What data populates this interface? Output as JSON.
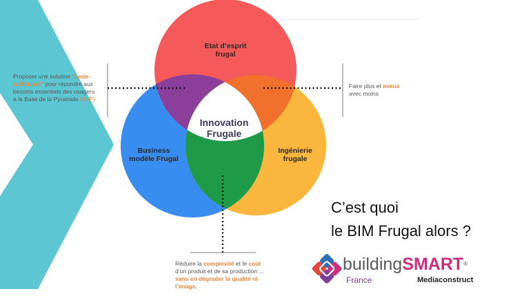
{
  "diagram": {
    "top_circle": {
      "line1": "Etat d’esprit",
      "line2": "frugal"
    },
    "center": {
      "line1": "Innovation",
      "line2": "Frugale"
    },
    "left_circle": {
      "line1": "Business",
      "line2": "modèle Frugal"
    },
    "right_circle": {
      "line1": "Ingénierie",
      "line2": "frugale"
    },
    "colors": {
      "top": "#f55a5a",
      "left": "#3a8df0",
      "right": "#fbb63e",
      "top_left": "#8b3f9a",
      "top_right": "#f0702c",
      "bottom": "#1f9a49",
      "teal": "#5cc7d3"
    }
  },
  "notes": {
    "left": {
      "l1": "Proposer une solution ",
      "l1_hl": "\"juste-",
      "l2_hl": "suffisante\"",
      "l2": " pour répondre aux",
      "l3": "besoins essentiels des usagers",
      "l4": "à la Base de la Pyramide ",
      "l4_hl": "(BoP)"
    },
    "right": {
      "l1": "Faire plus et ",
      "l1_hl": "mieux",
      "l2": "avec moins"
    },
    "bottom": {
      "l1a": "Réduire la ",
      "l1_hl1": "complexité",
      "l1b": " et le ",
      "l1_hl2": "coût",
      "l2": "d’un produit et de sa production ...",
      "l3_hl": "sans en dégrader la qualité ni",
      "l4_hl": "l’image."
    }
  },
  "headline": {
    "line1": "C’est quoi",
    "line2": "le BIM Frugal alors ?"
  },
  "logo": {
    "brand_light": "building",
    "brand_bold": "SMART",
    "reg": "®",
    "country": "France",
    "partner": "Mediaconstruct"
  }
}
